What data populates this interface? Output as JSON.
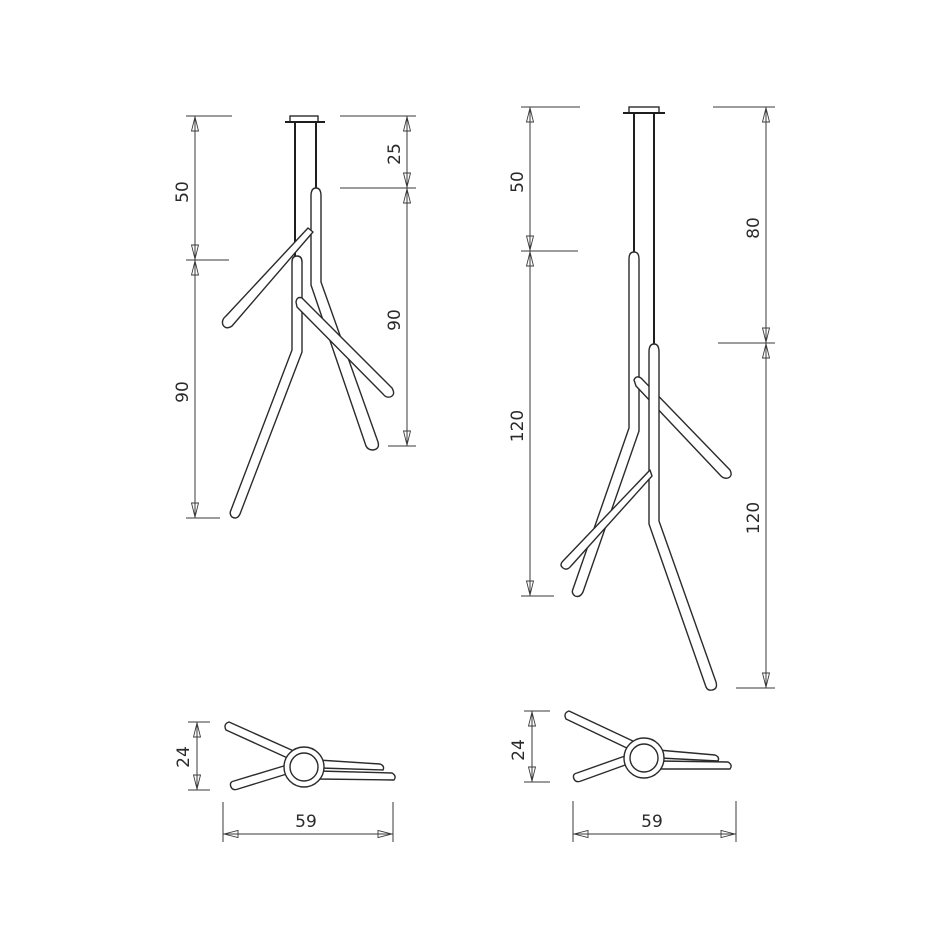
{
  "drawing": {
    "background": "#ffffff",
    "line_color": "#2b2b2b",
    "views": [
      {
        "id": "small-front",
        "dimensions": {
          "left_upper": "50",
          "left_lower": "90",
          "right_upper": "25",
          "right_lower": "90"
        }
      },
      {
        "id": "large-front",
        "dimensions": {
          "left_upper": "50",
          "left_lower": "120",
          "right_upper": "80",
          "right_lower": "120"
        }
      },
      {
        "id": "small-top",
        "dimensions": {
          "height": "24",
          "width": "59"
        }
      },
      {
        "id": "large-top",
        "dimensions": {
          "height": "24",
          "width": "59"
        }
      }
    ]
  }
}
